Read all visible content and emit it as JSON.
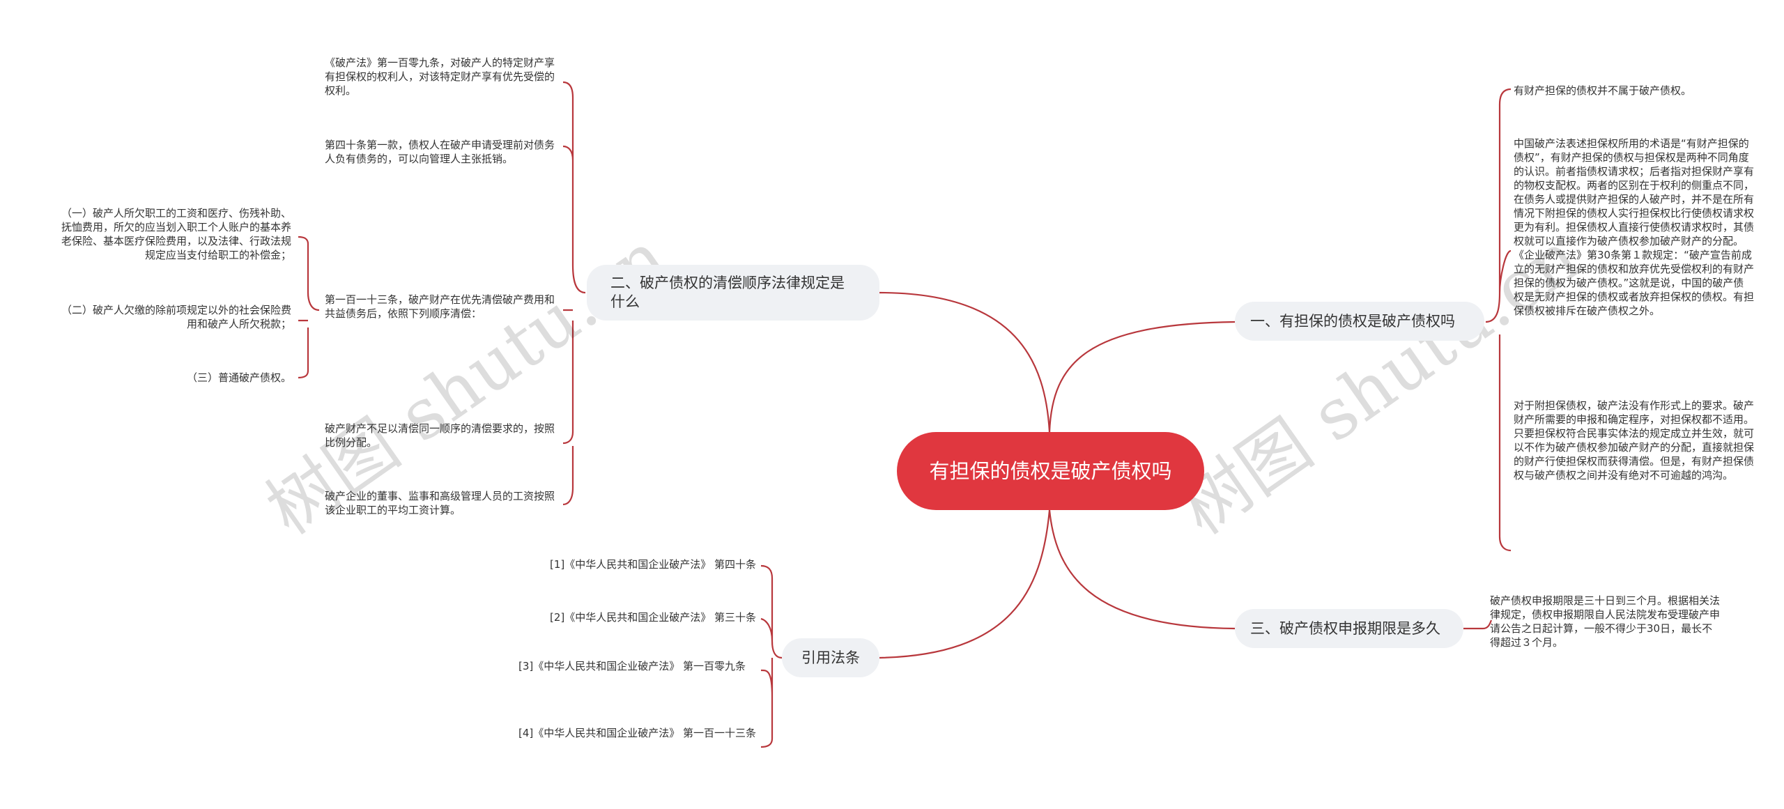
{
  "central": {
    "title": "有担保的债权是破产债权吗"
  },
  "branches": {
    "b1": {
      "label": "一、有担保的债权是破产债权吗"
    },
    "b2": {
      "label": "二、破产债权的清偿顺序法律规定是什么"
    },
    "b3": {
      "label": "三、破产债权申报期限是多久"
    },
    "b4": {
      "label": "引用法条"
    }
  },
  "leaves": {
    "b1_1": "有财产担保的债权并不属于破产债权。",
    "b1_2": "中国破产法表述担保权所用的术语是“有财产担保的债权”，有财产担保的债权与担保权是两种不同角度的认识。前者指债权请求权；后者指对担保财产享有的物权支配权。两者的区别在于权利的侧重点不同，在债务人或提供财产担保的人破产时，并不是在所有情况下附担保的债权人实行担保权比行使债权请求权更为有利。担保债权人直接行使债权请求权时，其债权就可以直接作为破产债权参加破产财产的分配。《企业破产法》第30条第１款规定：“破产宣告前成立的无财产担保的债权和放弃优先受偿权利的有财产担保的债权为破产债权。”这就是说，中国的破产债权是无财产担保的债权或者放弃担保权的债权。有担保债权被排斥在破产债权之外。",
    "b1_3": "对于附担保债权，破产法没有作形式上的要求。破产财产所需要的申报和确定程序，对担保权都不适用。只要担保权符合民事实体法的规定成立并生效，就可以不作为破产债权参加破产财产的分配，直接就担保的财产行使担保权而获得清偿。但是，有财产担保债权与破产债权之间并没有绝对不可逾越的鸿沟。",
    "b2_1": "《破产法》第一百零九条，对破产人的特定财产享有担保权的权利人，对该特定财产享有优先受偿的权利。",
    "b2_2": "第四十条第一款，债权人在破产申请受理前对债务人负有债务的，可以向管理人主张抵销。",
    "b2_3": "第一百一十三条，破产财产在优先清偿破产费用和共益债务后，依照下列顺序清偿：",
    "b2_3_1": "（一）破产人所欠职工的工资和医疗、伤残补助、抚恤费用，所欠的应当划入职工个人账户的基本养老保险、基本医疗保险费用，以及法律、行政法规规定应当支付给职工的补偿金；",
    "b2_3_2": "（二）破产人欠缴的除前项规定以外的社会保险费用和破产人所欠税款；",
    "b2_3_3": "（三）普通破产债权。",
    "b2_4": "破产财产不足以清偿同一顺序的清偿要求的，按照比例分配。",
    "b2_5": "破产企业的董事、监事和高级管理人员的工资按照该企业职工的平均工资计算。",
    "b3_1": "破产债权申报期限是三十日到三个月。根据相关法律规定，债权申报期限自人民法院发布受理破产申请公告之日起计算，一般不得少于30日，最长不得超过３个月。",
    "b4_1": "[1]《中华人民共和国企业破产法》 第四十条",
    "b4_2": "[2]《中华人民共和国企业破产法》 第三十条",
    "b4_3": "[3]《中华人民共和国企业破产法》 第一百零九条",
    "b4_4": "[4]《中华人民共和国企业破产法》 第一百一十三条"
  },
  "watermark": "树图 shutu.cn",
  "colors": {
    "accent": "#e0373f",
    "line": "#b8373c",
    "branch_bg": "#eff1f4"
  }
}
